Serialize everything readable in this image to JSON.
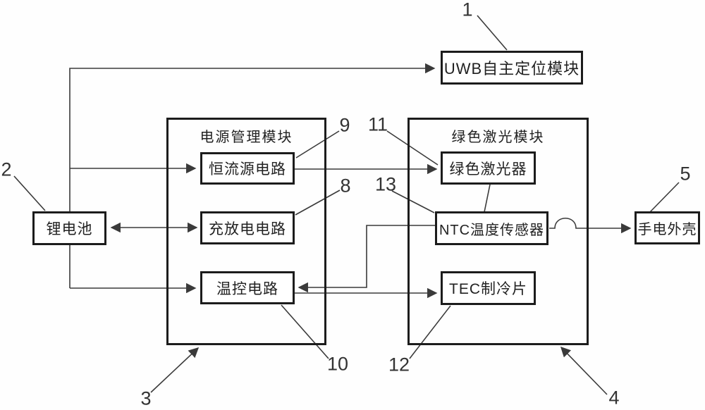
{
  "figure": {
    "boxes": {
      "uwb": "UWB自主定位模块",
      "battery": "锂电池",
      "housing": "手电外壳"
    },
    "power_module": {
      "title": "电源管理模块",
      "boxes": {
        "constant_current": "恒流源电路",
        "charge_discharge": "充放电电路",
        "temp_control": "温控电路"
      }
    },
    "laser_module": {
      "title": "绿色激光模块",
      "boxes": {
        "green_laser": "绿色激光器",
        "ntc_sensor": "NTC温度传感器",
        "tec_cooler": "TEC制冷片"
      }
    },
    "ref_numbers": {
      "n1": "1",
      "n2": "2",
      "n3": "3",
      "n4": "4",
      "n5": "5",
      "n8": "8",
      "n9": "9",
      "n10": "10",
      "n11": "11",
      "n12": "12",
      "n13": "13"
    },
    "colors": {
      "line": "#3a3a3a",
      "border": "#1c1c1c"
    }
  }
}
